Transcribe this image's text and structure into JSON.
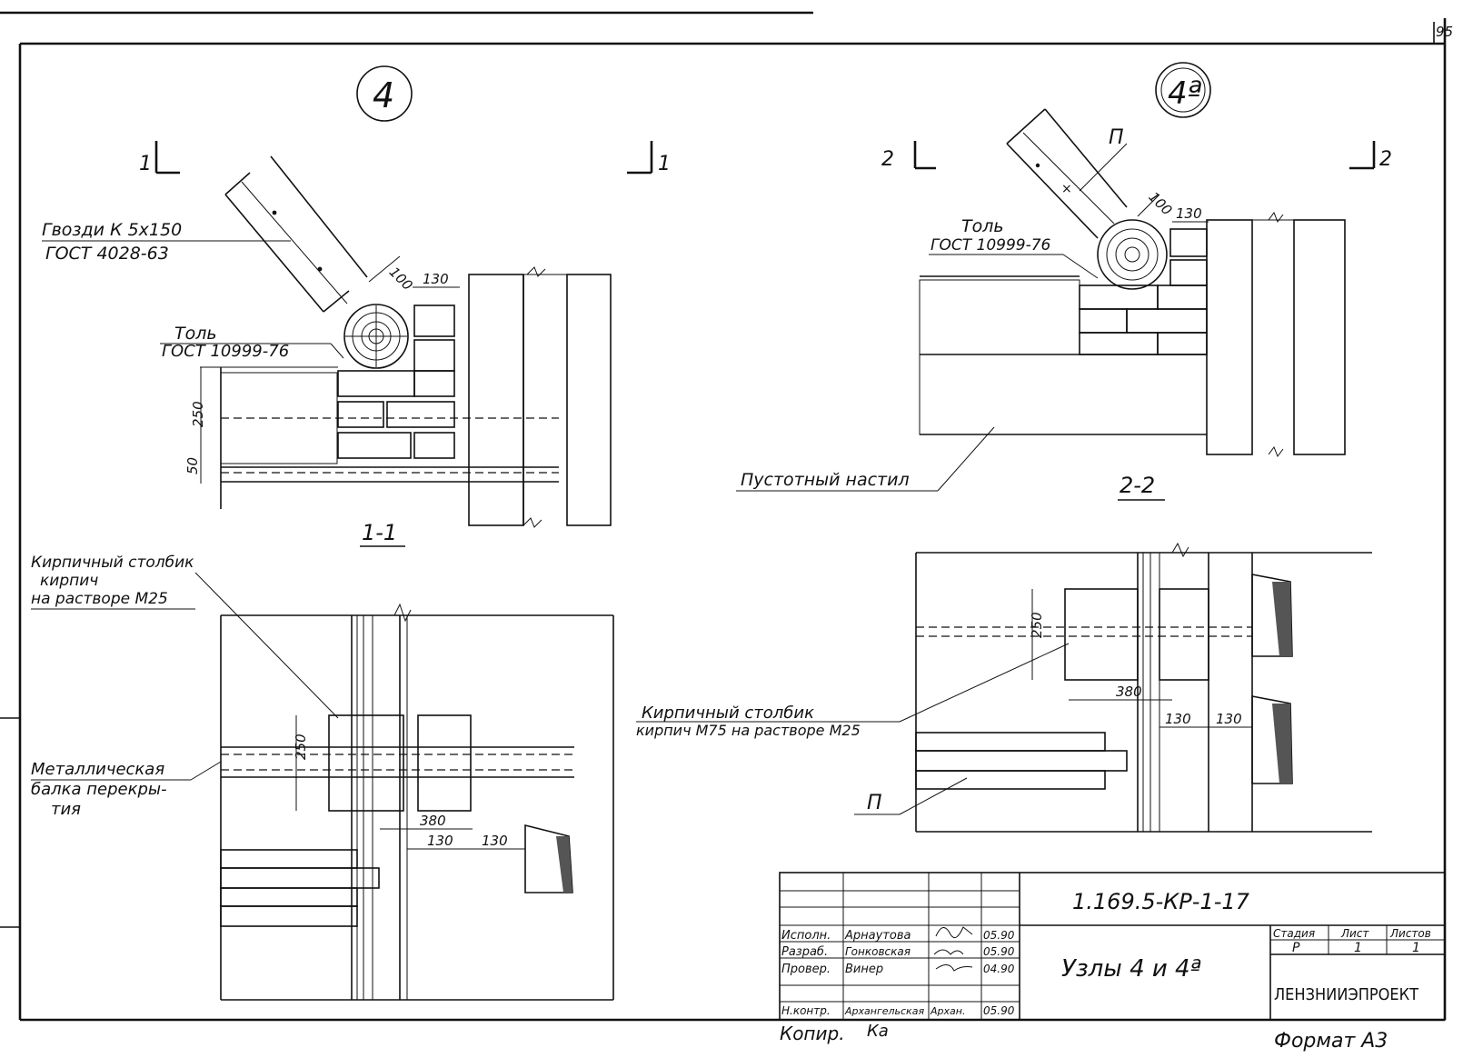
{
  "sheet": {
    "page_number": "95",
    "format": "Формат А3",
    "copied_by": "Копир.",
    "copied_sign": "Ка"
  },
  "nodes": {
    "node4_label": "4",
    "node4a_label": "4ª",
    "section_mark_1": "1",
    "section_mark_2": "2",
    "section_1_title": "1-1",
    "section_2_title": "2-2"
  },
  "callouts": {
    "nails_line1": "Гвозди К 5х150",
    "nails_line2": "ГОСТ 4028-63",
    "tol_left_line1": "Толь",
    "tol_left_line2": "ГОСТ 10999-76",
    "tol_right_line1": "Толь",
    "tol_right_line2": "ГОСТ 10999-76",
    "hollow_deck": "Пустотный настил",
    "brick_post_left_line1": "Кирпичный столбик",
    "brick_post_left_line2": "кирпич",
    "brick_post_left_line3": "на растворе М25",
    "metal_beam_line1": "Металлическая",
    "metal_beam_line2": "балка перекры-",
    "metal_beam_line3": "тия",
    "brick_post_right_line1": "Кирпичный столбик",
    "brick_post_right_line2": "кирпич М75 на растворе М25",
    "p_mark_top": "П",
    "p_mark_bottom": "П"
  },
  "dimensions": {
    "d100_left": "100",
    "d130_left": "130",
    "d250_left": "250",
    "d50_left": "50",
    "d100_right": "100",
    "d130_right": "130",
    "d250_plan_left": "250",
    "d380_plan_left": "380",
    "d130_plan_left_a": "130",
    "d130_plan_left_b": "130",
    "d250_plan_right": "250",
    "d380_plan_right": "380",
    "d130_plan_right_a": "130",
    "d130_plan_right_b": "130"
  },
  "title_block": {
    "doc_code": "1.169.5-КР-1-17",
    "sheet_title": "Узлы 4 и 4ª",
    "stage_header": "Стадия",
    "sheet_header": "Лист",
    "sheets_header": "Листов",
    "stage_value": "Р",
    "sheet_value": "1",
    "sheets_value": "1",
    "organization": "ЛЕНЗНИИЭПРОЕКТ",
    "rows": [
      {
        "role": "Исполн.",
        "name": "Арнаутова",
        "sign": "",
        "date": "05.90"
      },
      {
        "role": "Разраб.",
        "name": "Гонковская",
        "sign": "",
        "date": "05.90"
      },
      {
        "role": "Провер.",
        "name": "Винер",
        "sign": "",
        "date": "04.90"
      },
      {
        "role": "Н.контр.",
        "name": "Архангельская",
        "sign": "Архан.",
        "date": "05.90"
      }
    ]
  }
}
